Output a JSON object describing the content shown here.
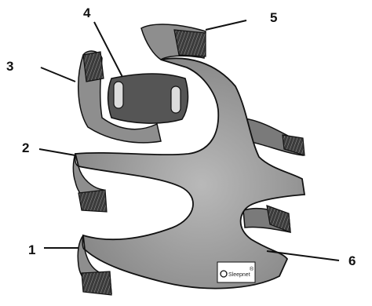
{
  "colors": {
    "strap": "#8e8e8e",
    "strap_dark": "#5f5f5f",
    "panel": "#9a9a9a",
    "buckle": "#555555",
    "hook": "#3b3b3b",
    "outline": "#111111"
  },
  "callouts": [
    {
      "number": "1"
    },
    {
      "number": "2"
    },
    {
      "number": "3"
    },
    {
      "number": "4"
    },
    {
      "number": "5"
    },
    {
      "number": "6"
    }
  ],
  "label_tag": {
    "brand": "Sleepnet",
    "mark": "®"
  }
}
